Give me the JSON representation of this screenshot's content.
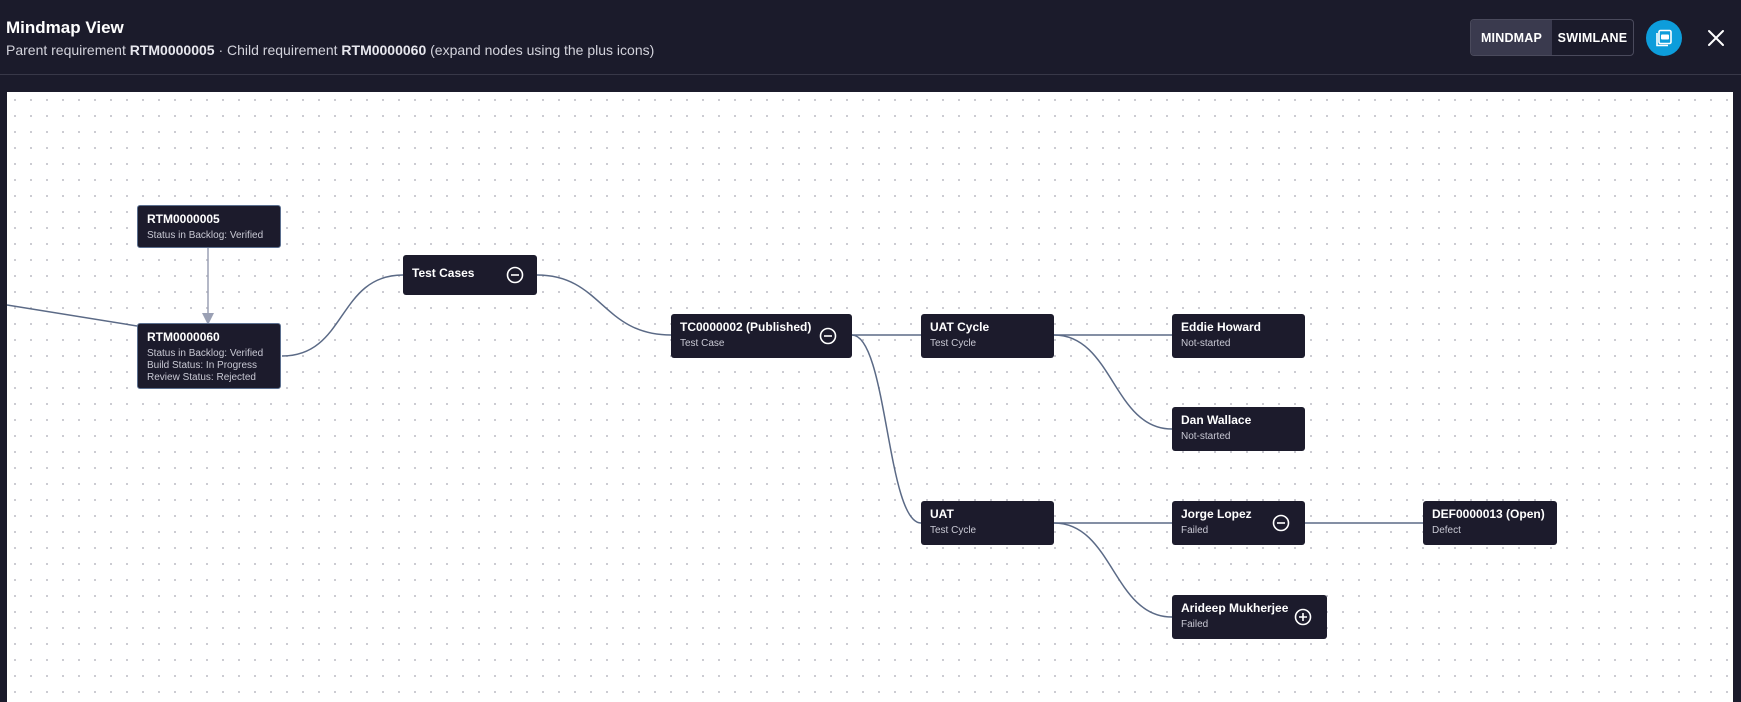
{
  "header": {
    "title": "Mindmap View",
    "subtitle_parent_label": "Parent requirement",
    "subtitle_parent_id": "RTM0000005",
    "subtitle_separator": "·",
    "subtitle_child_label": "Child requirement",
    "subtitle_child_id": "RTM0000060",
    "subtitle_hint": "(expand nodes using the plus icons)",
    "view_toggle": {
      "mindmap_label": "MINDMAP",
      "swimlane_label": "SWIMLANE",
      "active": "MINDMAP"
    },
    "pdf_icon": "pdf-icon",
    "close_icon": "close-icon",
    "accent_color": "#0d9ddb"
  },
  "nodes": {
    "rtm5": {
      "title": "RTM0000005",
      "lines": [
        "Status in Backlog: Verified"
      ]
    },
    "rtm60": {
      "title": "RTM0000060",
      "lines": [
        "Status in Backlog: Verified",
        "Build Status: In Progress",
        "Review Status: Rejected"
      ]
    },
    "test_cases": {
      "title": "Test Cases",
      "control": "collapse"
    },
    "tc2": {
      "title": "TC0000002 (Published)",
      "sub": "Test Case",
      "control": "collapse"
    },
    "uat_cycle": {
      "title": "UAT Cycle",
      "sub": "Test Cycle"
    },
    "uat": {
      "title": "UAT",
      "sub": "Test Cycle"
    },
    "eddie": {
      "title": "Eddie Howard",
      "sub": "Not-started"
    },
    "dan": {
      "title": "Dan Wallace",
      "sub": "Not-started"
    },
    "jorge": {
      "title": "Jorge Lopez",
      "sub": "Failed",
      "control": "collapse"
    },
    "arideep": {
      "title": "Arideep Mukherjee",
      "sub": "Failed",
      "control": "expand"
    },
    "def13": {
      "title": "DEF0000013 (Open)",
      "sub": "Defect"
    }
  }
}
